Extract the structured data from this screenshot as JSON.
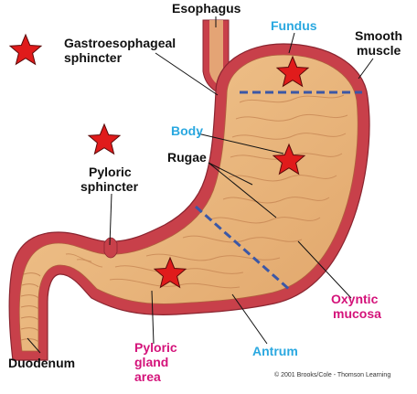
{
  "labels": {
    "esophagus": "Esophagus",
    "fundus": "Fundus",
    "smooth_muscle_1": "Smooth",
    "smooth_muscle_2": "muscle",
    "gastro_1": "Gastroesophageal",
    "gastro_2": "sphincter",
    "body": "Body",
    "rugae": "Rugae",
    "pyloric_sphincter_1": "Pyloric",
    "pyloric_sphincter_2": "sphincter",
    "oxyntic_1": "Oxyntic",
    "oxyntic_2": "mucosa",
    "duodenum": "Duodenum",
    "pyloric_gland_1": "Pyloric",
    "pyloric_gland_2": "gland",
    "pyloric_gland_3": "area",
    "antrum": "Antrum",
    "copyright": "© 2001 Brooks/Cole - Thomson Learning"
  },
  "colors": {
    "black_label": "#111111",
    "blue_label": "#2aa8e0",
    "magenta_label": "#d4137a",
    "star_fill": "#e01b1b",
    "dashed_line": "#3b57a6",
    "wall": "#c8404a",
    "mucosa": "#e9b67c",
    "mucosa_dark": "#d89a62"
  }
}
